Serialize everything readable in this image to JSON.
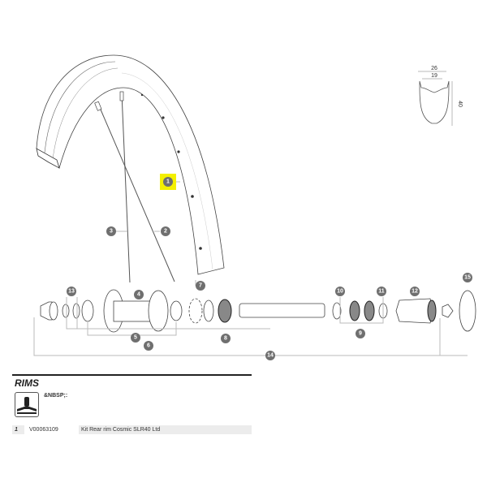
{
  "diagram": {
    "callouts": {
      "c1": "1",
      "c2": "2",
      "c3": "3",
      "c4": "4",
      "c5": "5",
      "c6": "6",
      "c7": "7",
      "c8": "8",
      "c9": "9",
      "c10": "10",
      "c11": "11",
      "c12": "12",
      "c13": "13",
      "c14": "14",
      "c15": "15"
    },
    "highlight_color": "#f4f000",
    "rim_profile": {
      "outer_width": "26",
      "inner_width": "19",
      "height": "40"
    }
  },
  "parts_list": {
    "section_title": "RIMS",
    "icon": "tubeless-tire-icon",
    "icon_note": "&NBSP;:",
    "rows": [
      {
        "index": "1",
        "ref": "V00063109",
        "description": "Kit Rear rim Cosmic SLR40 Ltd"
      }
    ]
  }
}
